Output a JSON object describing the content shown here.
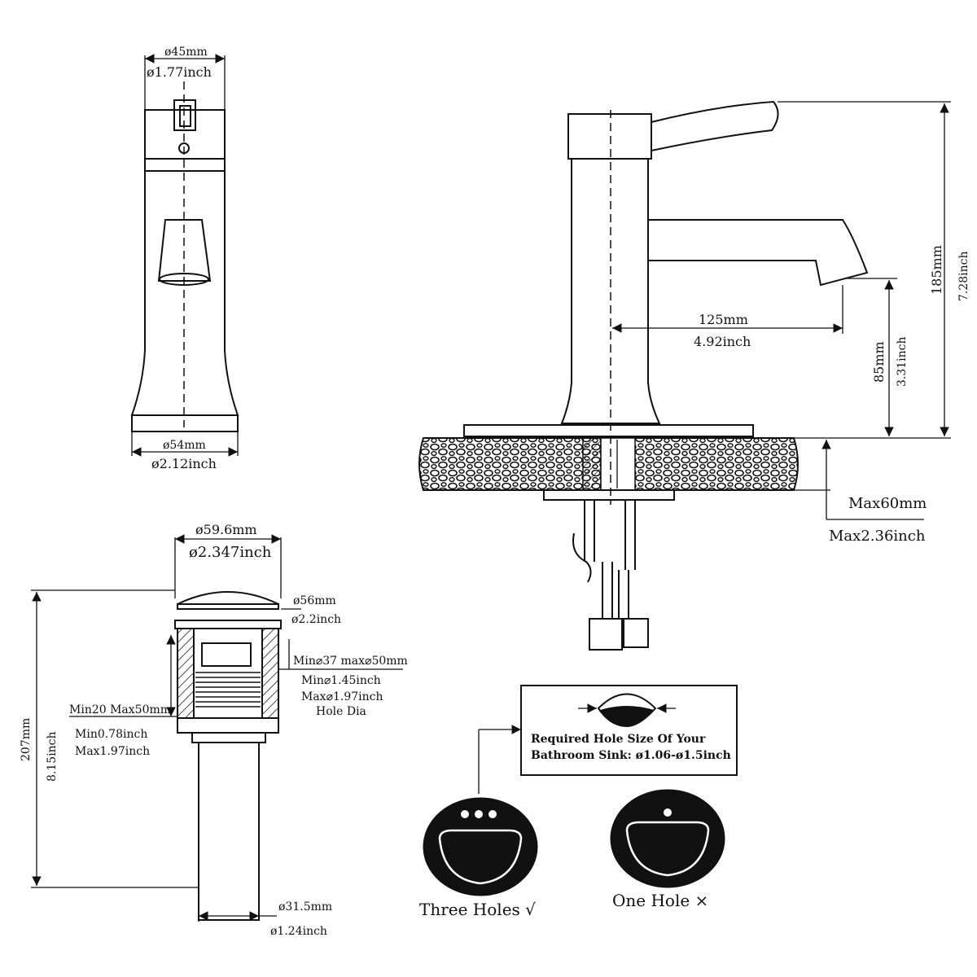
{
  "side_view": {
    "top_dia_mm": "ø45mm",
    "top_dia_in": "ø1.77inch",
    "base_dia_mm": "ø54mm",
    "base_dia_in": "ø2.12inch"
  },
  "front_view": {
    "reach_mm": "125mm",
    "reach_in": "4.92inch",
    "spout_height_mm": "85mm",
    "spout_height_in": "3.31inch",
    "total_height_mm": "185mm",
    "total_height_in": "7.28inch",
    "deck_max_mm": "Max60mm",
    "deck_max_in": "Max2.36inch"
  },
  "drain": {
    "cap_dia_mm": "ø59.6mm",
    "cap_dia_in": "ø2.347inch",
    "flange_dia_mm": "ø56mm",
    "flange_dia_in": "ø2.2inch",
    "hole_mm": "Min⌀37 max⌀50mm",
    "hole_min_in": "Min⌀1.45inch",
    "hole_max_in": "Max⌀1.97inch",
    "hole_label": "Hole Dia",
    "thick_mm": "Min20 Max50mm",
    "thick_min_in": "Min0.78inch",
    "thick_max_in": "Max1.97inch",
    "height_mm": "207mm",
    "height_in": "8.15inch",
    "tail_dia_mm": "ø31.5mm",
    "tail_dia_in": "ø1.24inch"
  },
  "hole_info": {
    "line1": "Required Hole Size Of Your",
    "line2": "Bathroom Sink: ø1.06-ø1.5inch"
  },
  "sinks": {
    "three_holes": "Three Holes √",
    "one_hole": "One Hole ×"
  }
}
